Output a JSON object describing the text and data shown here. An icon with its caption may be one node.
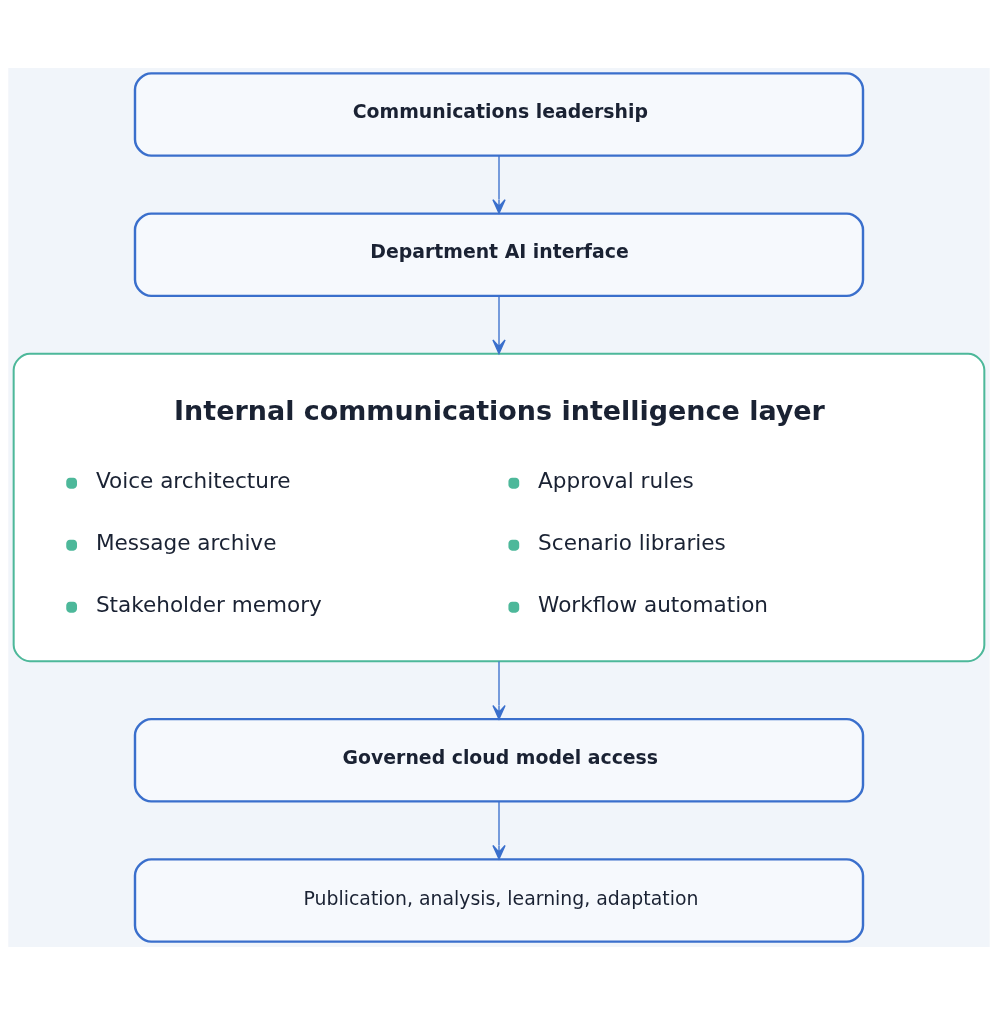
{
  "diagram": {
    "nodes": [
      {
        "text": [
          "Communications leadership"
        ]
      },
      {
        "text": [
          "Department AI interface"
        ]
      },
      {
        "text": [
          "Internal communications intelligence layer",
          "Voice architecture",
          "Approval rules",
          "Message archive",
          "Scenario libraries",
          "Stakeholder memory",
          "Workflow automation"
        ]
      },
      {
        "text": [
          "Governed cloud model access"
        ]
      },
      {
        "text": [
          "Publication, analysis, learning, adaptation"
        ]
      }
    ],
    "edges": [
      {
        "from": 0,
        "to": 1,
        "arrow": "to"
      },
      {
        "from": 1,
        "to": 2,
        "arrow": "to"
      },
      {
        "from": 2,
        "to": 3,
        "arrow": "to"
      },
      {
        "from": 3,
        "to": 4,
        "arrow": "to"
      }
    ]
  }
}
